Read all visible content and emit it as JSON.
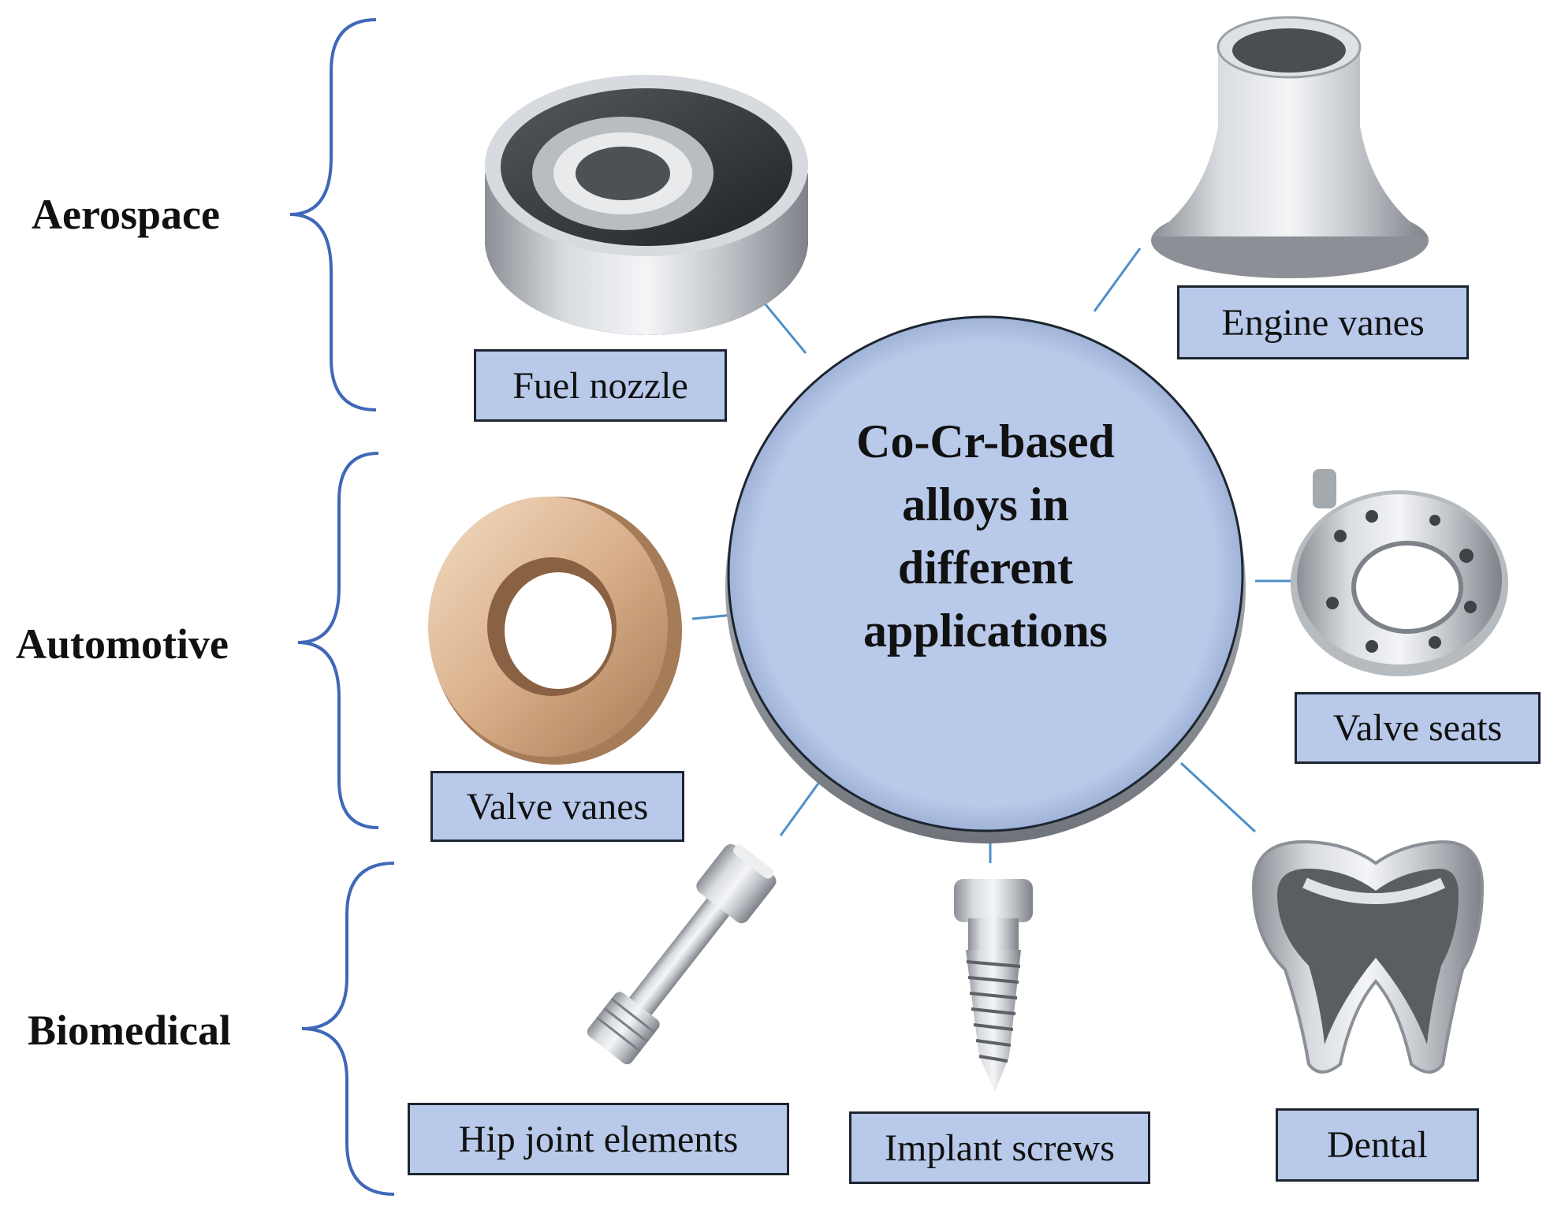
{
  "center": {
    "lines": [
      "Co-Cr-based",
      "alloys in",
      "different",
      "applications"
    ]
  },
  "categories": {
    "aerospace": "Aerospace",
    "automotive": "Automotive",
    "biomedical": "Biomedical"
  },
  "components": {
    "fuel_nozzle": "Fuel nozzle",
    "engine_vanes": "Engine vanes",
    "valve_vanes": "Valve vanes",
    "valve_seats": "Valve seats",
    "hip_joint_elements": "Hip joint elements",
    "implant_screws": "Implant screws",
    "dental": "Dental"
  },
  "colors": {
    "brace": "#3f68b8",
    "connector": "#4f8fc8",
    "circle_fill": "#b8c9e9",
    "label_fill": "#b8c9e9"
  },
  "icons": [
    "fuel-nozzle-image",
    "engine-vane-image",
    "valve-vane-image",
    "valve-seat-image",
    "hip-joint-image",
    "implant-screw-image",
    "dental-implant-image"
  ]
}
